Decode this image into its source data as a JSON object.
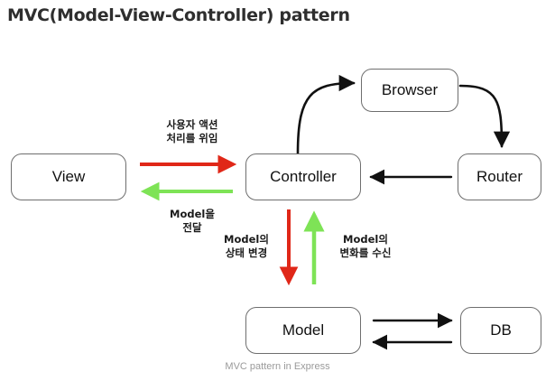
{
  "page": {
    "title": "MVC(Model-View-Controller) pattern",
    "caption": "MVC pattern in Express",
    "background": "#ffffff"
  },
  "colors": {
    "red_arrow": "#e02718",
    "green_arrow": "#7ee356",
    "black_arrow": "#111111",
    "node_border": "#6e6e6e",
    "title_text": "#2e2e2e",
    "caption_text": "#9a9a9a"
  },
  "nodes": [
    {
      "id": "view",
      "label": "View"
    },
    {
      "id": "controller",
      "label": "Controller"
    },
    {
      "id": "browser",
      "label": "Browser"
    },
    {
      "id": "router",
      "label": "Router"
    },
    {
      "id": "model",
      "label": "Model"
    },
    {
      "id": "db",
      "label": "DB"
    }
  ],
  "annotations": [
    {
      "id": "user-action",
      "text": "사용자 액션\n처리를 위임",
      "color": "#1a1a1a"
    },
    {
      "id": "model-pass",
      "text": "Model을\n전달",
      "color": "#1a1a1a"
    },
    {
      "id": "state-change",
      "text": "Model의\n상태 변경",
      "color": "#1a1a1a"
    },
    {
      "id": "observe",
      "text": "Model의\n변화를 수신",
      "color": "#1a1a1a"
    }
  ],
  "arrows": [
    {
      "id": "view-to-controller",
      "from": "View",
      "to": "Controller",
      "color": "red",
      "direction": "right"
    },
    {
      "id": "controller-to-view",
      "from": "Controller",
      "to": "View",
      "color": "green",
      "direction": "left"
    },
    {
      "id": "controller-to-model",
      "from": "Controller",
      "to": "Model",
      "color": "red",
      "direction": "down"
    },
    {
      "id": "model-to-controller",
      "from": "Model",
      "to": "Controller",
      "color": "green",
      "direction": "up"
    },
    {
      "id": "controller-to-browser",
      "from": "Controller",
      "to": "Browser",
      "color": "black",
      "direction": "curve-up-right"
    },
    {
      "id": "browser-to-router",
      "from": "Browser",
      "to": "Router",
      "color": "black",
      "direction": "curve-down-right"
    },
    {
      "id": "router-to-controller",
      "from": "Router",
      "to": "Controller",
      "color": "black",
      "direction": "left"
    },
    {
      "id": "model-to-db",
      "from": "Model",
      "to": "DB",
      "color": "black",
      "direction": "right"
    },
    {
      "id": "db-to-model",
      "from": "DB",
      "to": "Model",
      "color": "black",
      "direction": "left"
    }
  ]
}
